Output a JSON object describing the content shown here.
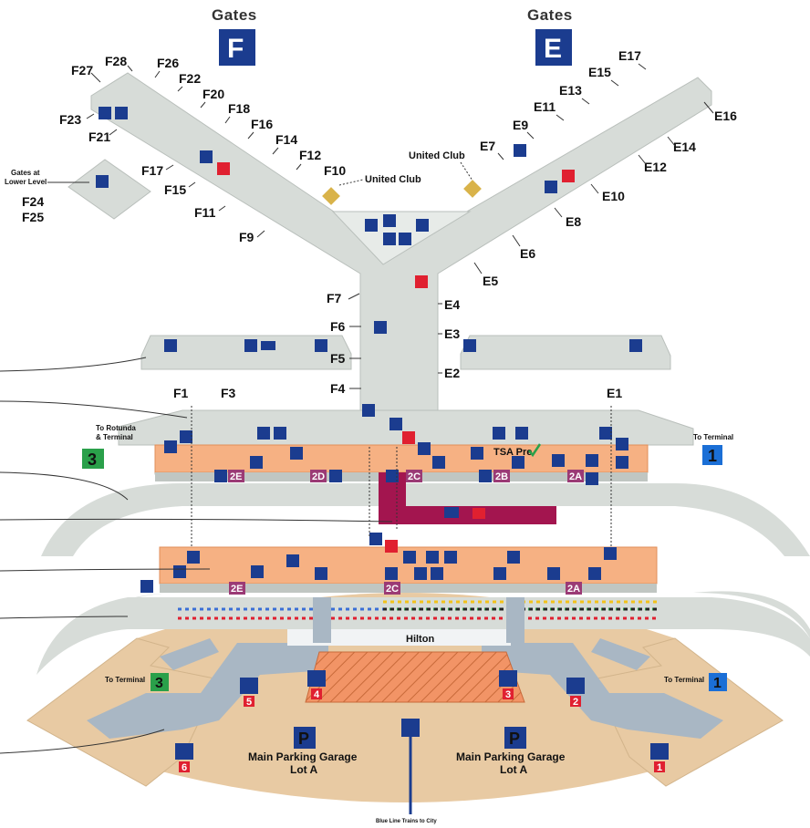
{
  "headers": {
    "gates_f_title": "Gates",
    "gates_f_letter": "F",
    "gates_e_title": "Gates",
    "gates_e_letter": "E"
  },
  "gates_f": [
    "F27",
    "F28",
    "F26",
    "F22",
    "F20",
    "F18",
    "F16",
    "F14",
    "F12",
    "F10",
    "F23",
    "F21",
    "F17",
    "F15",
    "F11",
    "F9",
    "F7",
    "F6",
    "F5",
    "F4",
    "F3",
    "F1"
  ],
  "gates_e": [
    "E17",
    "E15",
    "E13",
    "E11",
    "E9",
    "E7",
    "E16",
    "E14",
    "E12",
    "E10",
    "E8",
    "E6",
    "E5",
    "E4",
    "E3",
    "E2",
    "E1"
  ],
  "lower_level": {
    "note_line1": "Gates at",
    "note_line2": "Lower Level",
    "gate1": "F24",
    "gate2": "F25"
  },
  "united_club_f": "United Club",
  "united_club_e": "United Club",
  "areas": {
    "a2E": "2E",
    "a2D": "2D",
    "a2C": "2C",
    "a2B": "2B",
    "a2A": "2A",
    "b2E": "2E",
    "b2C": "2C",
    "b2A": "2A"
  },
  "terminal_left": {
    "line1": "To Rotunda",
    "line2": "& Terminal",
    "number": "3"
  },
  "terminal_right": {
    "label": "To Terminal",
    "number": "1"
  },
  "garage_left_term": {
    "label": "To Terminal",
    "number": "3"
  },
  "garage_right_term": {
    "label": "To Terminal",
    "number": "1"
  },
  "tsa": "TSA Pre",
  "hilton": "Hilton",
  "garage_left": {
    "p": "P",
    "line1": "Main Parking Garage",
    "line2": "Lot A"
  },
  "garage_right": {
    "p": "P",
    "line1": "Main Parking Garage",
    "line2": "Lot A"
  },
  "elevators": [
    "4",
    "3",
    "5",
    "2",
    "6",
    "1"
  ],
  "blue_line": "Blue Line Trains to City",
  "colors": {
    "concourse": "#d7dcd8",
    "concourse_edge": "#b9bfbb",
    "orange": "#f6b183",
    "maroon": "#a3154f",
    "garage": "#e8caa3",
    "blue_icon": "#1b3c8f",
    "red": "#e02030",
    "green": "#2aa04a",
    "walkway": "#a9b7c4"
  }
}
